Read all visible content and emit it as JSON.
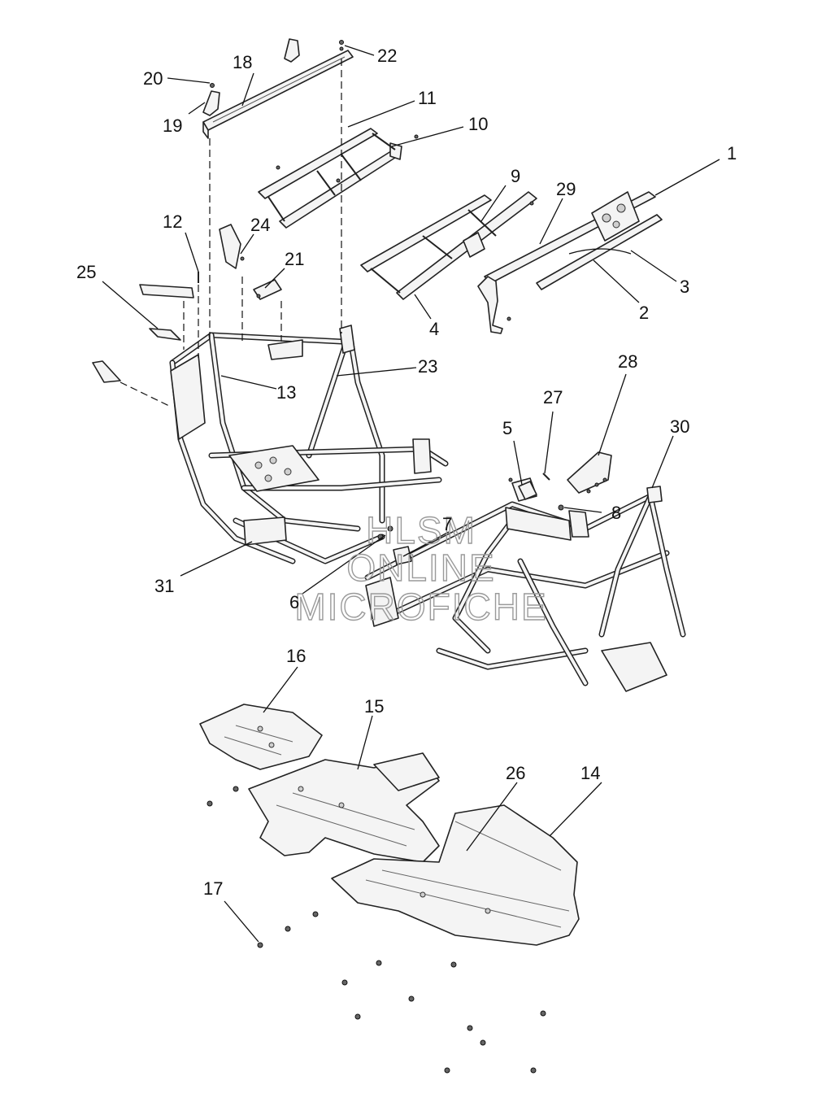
{
  "watermark": {
    "line1": "HLSM",
    "line2": "ONLINE",
    "line3": "MICROFICHE"
  },
  "callouts": [
    {
      "id": "1",
      "label": "1"
    },
    {
      "id": "2",
      "label": "2"
    },
    {
      "id": "3",
      "label": "3"
    },
    {
      "id": "4",
      "label": "4"
    },
    {
      "id": "5",
      "label": "5"
    },
    {
      "id": "6",
      "label": "6"
    },
    {
      "id": "7",
      "label": "7"
    },
    {
      "id": "8",
      "label": "8"
    },
    {
      "id": "9",
      "label": "9"
    },
    {
      "id": "10",
      "label": "10"
    },
    {
      "id": "11",
      "label": "11"
    },
    {
      "id": "12",
      "label": "12"
    },
    {
      "id": "13",
      "label": "13"
    },
    {
      "id": "14",
      "label": "14"
    },
    {
      "id": "15",
      "label": "15"
    },
    {
      "id": "16",
      "label": "16"
    },
    {
      "id": "17",
      "label": "17"
    },
    {
      "id": "18",
      "label": "18"
    },
    {
      "id": "19",
      "label": "19"
    },
    {
      "id": "20",
      "label": "20"
    },
    {
      "id": "21",
      "label": "21"
    },
    {
      "id": "22",
      "label": "22"
    },
    {
      "id": "23",
      "label": "23"
    },
    {
      "id": "24",
      "label": "24"
    },
    {
      "id": "25",
      "label": "25"
    },
    {
      "id": "26",
      "label": "26"
    },
    {
      "id": "27",
      "label": "27"
    },
    {
      "id": "28",
      "label": "28"
    },
    {
      "id": "29",
      "label": "29"
    },
    {
      "id": "30",
      "label": "30"
    },
    {
      "id": "31",
      "label": "31"
    }
  ]
}
